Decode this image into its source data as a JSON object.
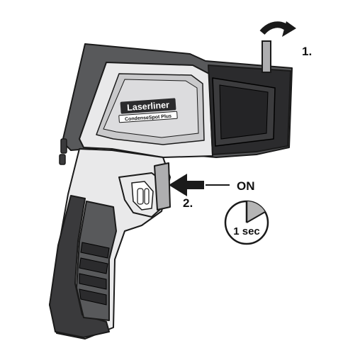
{
  "device": {
    "brand": "Laserliner",
    "model": "CondenseSpot Plus"
  },
  "steps": [
    {
      "number": "1."
    },
    {
      "number": "2.",
      "action": "ON"
    }
  ],
  "timer": {
    "label": "1 sec"
  },
  "colors": {
    "dark_body": "#58595b",
    "light_body": "#e9e9ea",
    "black_panel": "#2b2b2d",
    "outline": "#1a1a1a",
    "timer_wedge": "#b5b5b5"
  },
  "icons": {
    "rotate": "curved-arrow-icon",
    "press": "arrow-left-icon",
    "timer": "stopwatch-icon"
  }
}
